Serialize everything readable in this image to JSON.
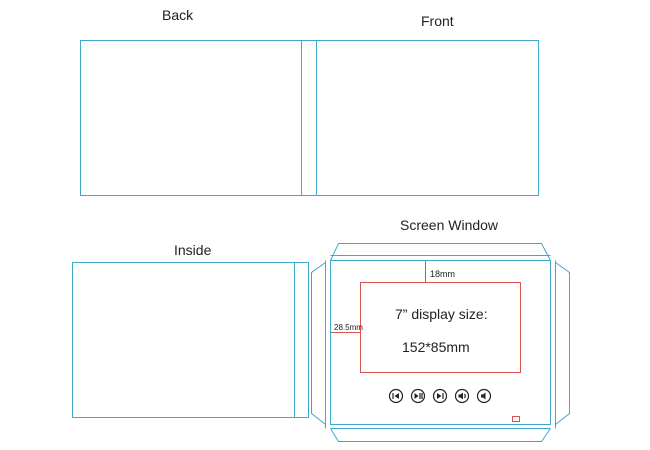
{
  "labels": {
    "back": "Back",
    "front": "Front",
    "inside": "Inside",
    "screen_window": "Screen Window"
  },
  "display": {
    "title": "7” display size:",
    "size": "152*85mm",
    "top_margin": "18mm",
    "left_margin": "28.5mm"
  },
  "buttons": [
    "previous",
    "play-pause",
    "next",
    "volume-up",
    "volume-down"
  ],
  "colors": {
    "outline": "#3fa9c9",
    "display_outline": "#d9534f",
    "text": "#222222"
  }
}
